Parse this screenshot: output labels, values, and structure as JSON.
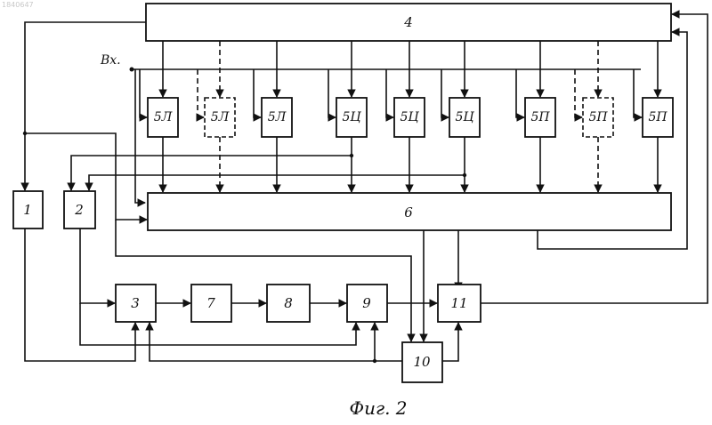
{
  "document_number": "1840647",
  "input_label": "Вх.",
  "caption": "Фиг. 2",
  "blocks": {
    "b1": "1",
    "b2": "2",
    "b3": "3",
    "b4": "4",
    "b6": "6",
    "b7": "7",
    "b8": "8",
    "b9": "9",
    "b10": "10",
    "b11": "11"
  },
  "channel_blocks": [
    "5Л",
    "5Л",
    "5Л",
    "5Ц",
    "5Ц",
    "5Ц",
    "5П",
    "5П",
    "5П"
  ]
}
